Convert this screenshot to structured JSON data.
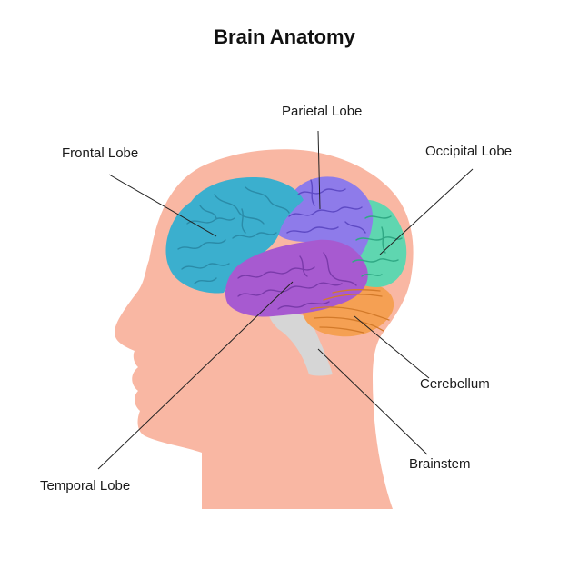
{
  "title": "Brain Anatomy",
  "labels": {
    "frontal": "Frontal Lobe",
    "parietal": "Parietal Lobe",
    "occipital": "Occipital Lobe",
    "temporal": "Temporal Lobe",
    "cerebellum": "Cerebellum",
    "brainstem": "Brainstem"
  },
  "colors": {
    "head": "#F9B7A3",
    "frontal": "#3BAFCE",
    "parietal": "#8E7BEA",
    "occipital": "#5FD6B0",
    "temporal": "#A75AD0",
    "cerebellum": "#F5A053",
    "brainstem": "#D6D6D6",
    "leader_line": "#222222"
  }
}
